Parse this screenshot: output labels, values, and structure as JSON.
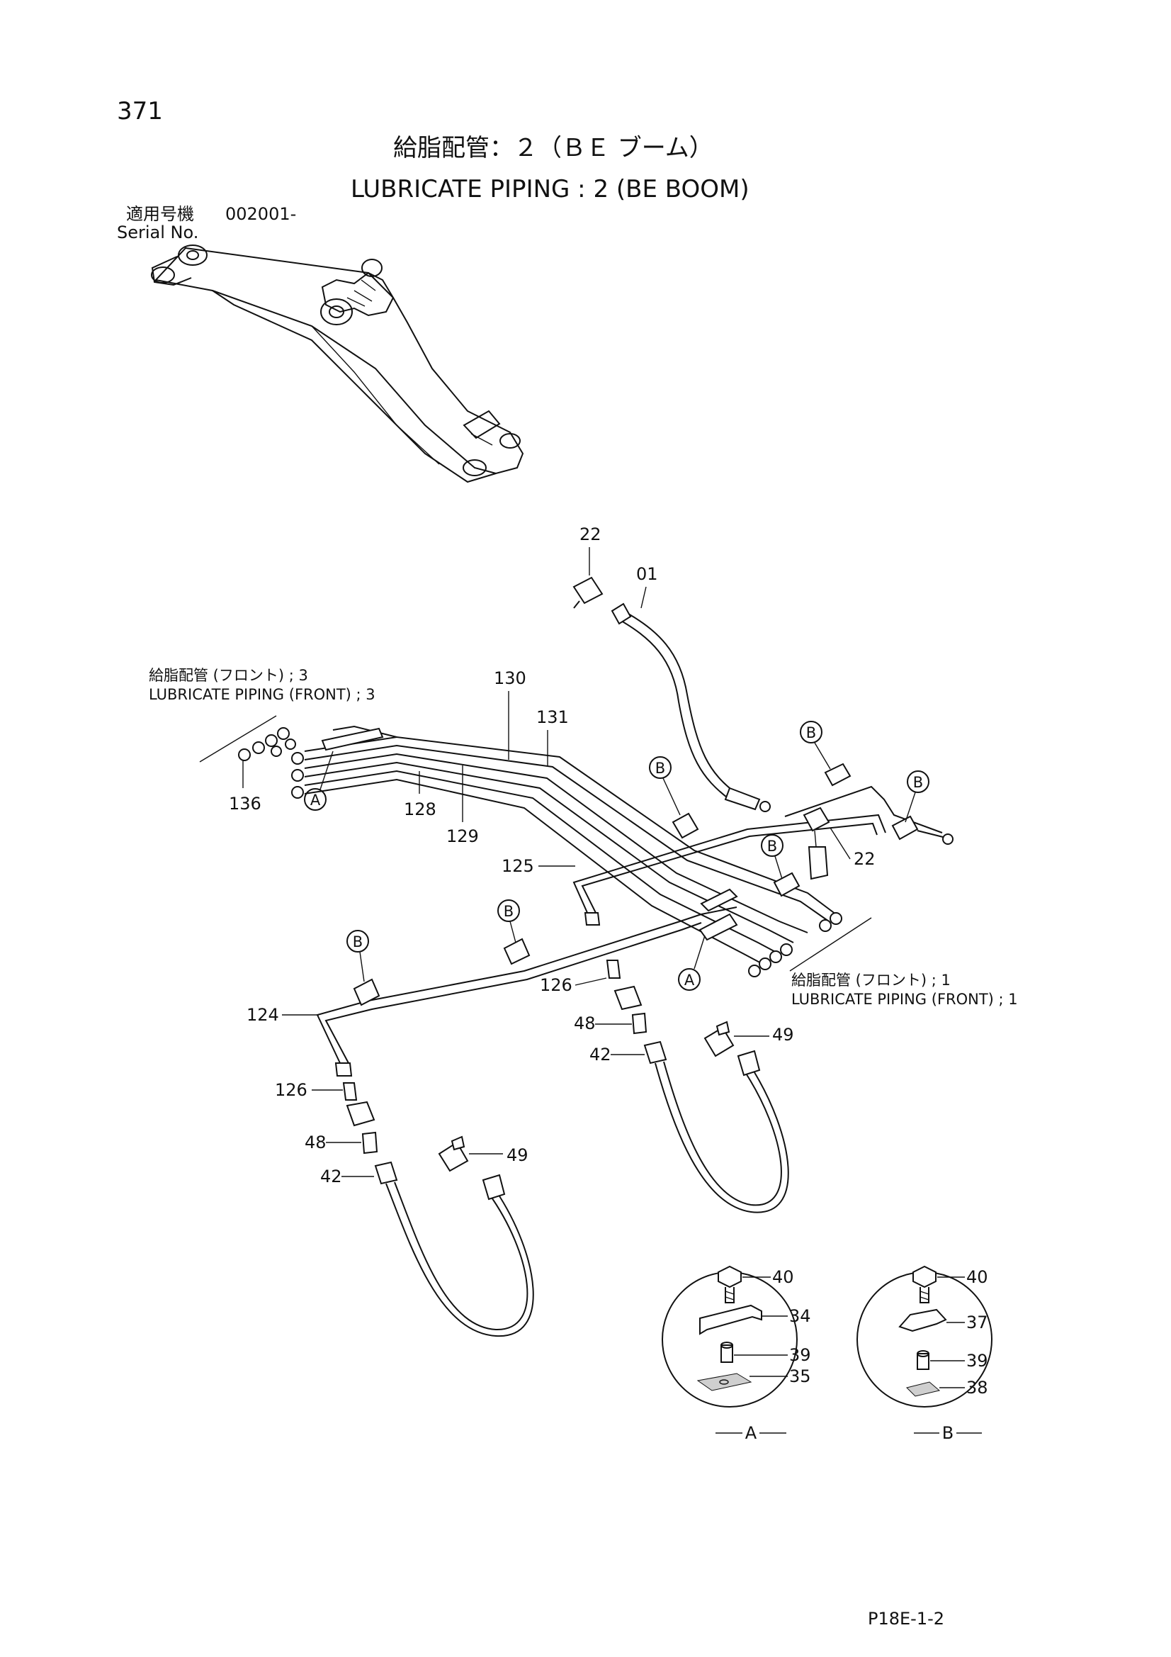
{
  "page_number": "371",
  "title_jp": "給脂配管：２（ＢＥ ブーム）",
  "title_en": "LUBRICATE PIPING : 2 (BE BOOM)",
  "serial": {
    "label_jp": "適用号機",
    "label_en": "Serial No.",
    "value": "002001-"
  },
  "refs": {
    "front3_jp": "給脂配管 (フロント) ; 3",
    "front3_en": "LUBRICATE PIPING (FRONT) ; 3",
    "front1_jp": "給脂配管 (フロント) ; 1",
    "front1_en": "LUBRICATE PIPING (FRONT) ; 1"
  },
  "callout_letters": {
    "a": "A",
    "b": "B"
  },
  "parts": {
    "p22a": "22",
    "p01": "01",
    "p130": "130",
    "p131": "131",
    "p136": "136",
    "p128": "128",
    "p129": "129",
    "p125": "125",
    "p22b": "22",
    "p124": "124",
    "p126a": "126",
    "p48a": "48",
    "p42a": "42",
    "p49a": "49",
    "p126b": "126",
    "p48b": "48",
    "p42b": "42",
    "p49b": "49"
  },
  "detail_a": {
    "label": "A",
    "parts": [
      "40",
      "34",
      "39",
      "35"
    ]
  },
  "detail_b": {
    "label": "B",
    "parts": [
      "40",
      "37",
      "39",
      "38"
    ]
  },
  "footer_code": "P18E-1-2"
}
